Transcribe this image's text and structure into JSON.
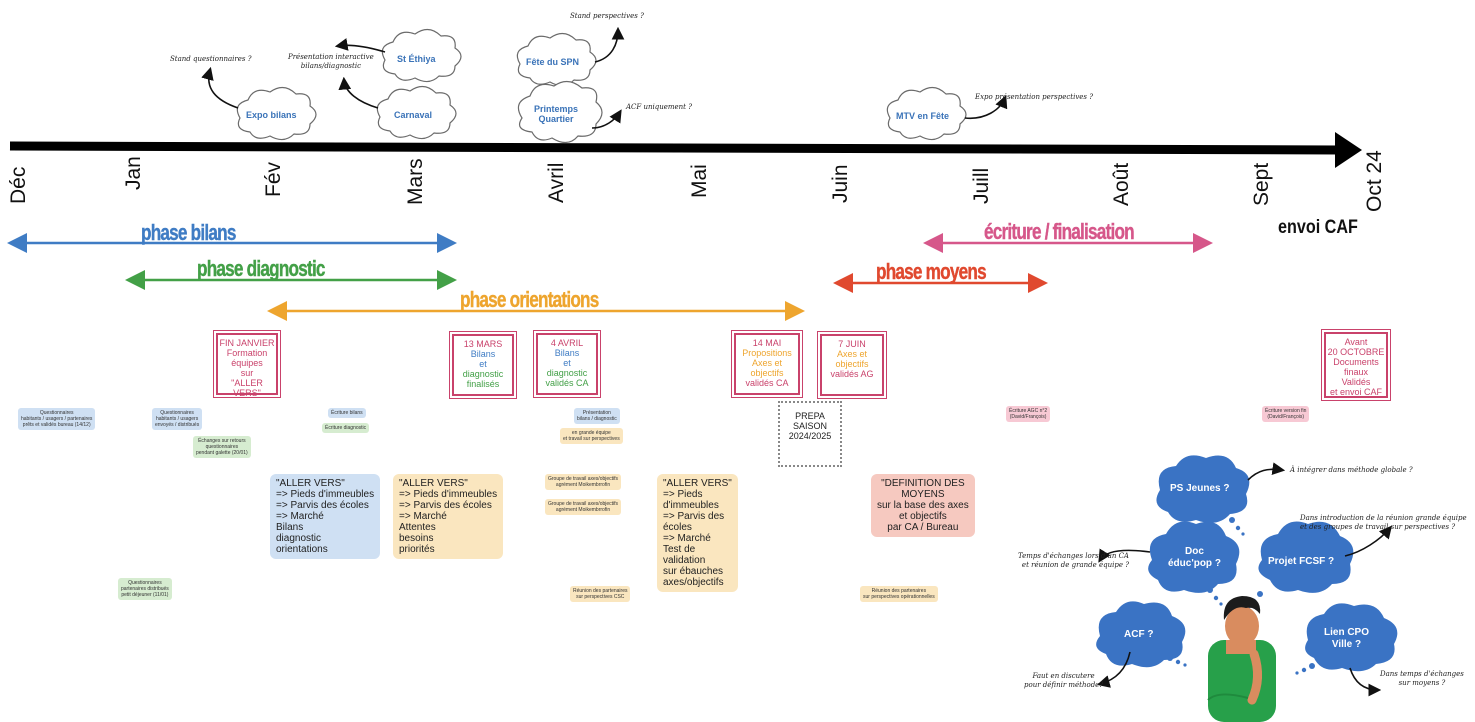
{
  "months": [
    "Déc",
    "Jan",
    "Fév",
    "Mars",
    "Avril",
    "Mai",
    "Juin",
    "Juill",
    "Août",
    "Sept",
    "Oct 24"
  ],
  "envoi": "envoi CAF",
  "phases": {
    "bilans": "phase bilans",
    "diagnostic": "phase diagnostic",
    "orientations": "phase orientations",
    "moyens": "phase moyens",
    "ecriture": "écriture / finalisation"
  },
  "colors": {
    "blue": "#3f7cc4",
    "green": "#43a047",
    "orange": "#eea52e",
    "red": "#e0492f",
    "pink": "#d6578a",
    "datebox": "#c9426b",
    "bubble": "#3a73c4"
  },
  "clouds": {
    "expo_bilans": "Expo bilans",
    "st_ethiya": "St Éthiya",
    "carnaval": "Carnaval",
    "fete_spn": "Fête du SPN",
    "printemps": "Printemps\nQuartier",
    "mtv": "MTV en Fête"
  },
  "notes": {
    "stand_questionnaires": "Stand questionnaires ?",
    "presentation_interactive": "Présentation interactive\nbilans/diagnostic",
    "stand_perspectives": "Stand perspectives ?",
    "acf_uniquement": "ACF uniquement ?",
    "expo_perspectives": "Expo présentation perspectives ?"
  },
  "dateboxes": {
    "fin_janvier": [
      "FIN JANVIER",
      "Formation",
      "équipes",
      "sur",
      "\"ALLER VERS\""
    ],
    "13_mars": [
      "13 MARS",
      "Bilans",
      "et",
      "diagnostic",
      "finalisés"
    ],
    "4_avril": [
      "4 AVRIL",
      "Bilans",
      "et",
      "diagnostic",
      "validés CA"
    ],
    "14_mai": [
      "14 MAI",
      "Propositions",
      "Axes et",
      "objectifs",
      "validés CA"
    ],
    "7_juin": [
      "7 JUIN",
      "Axes et",
      "objectifs",
      "validés AG"
    ],
    "avant_20_oct": [
      "Avant",
      "20 OCTOBRE",
      "Documents",
      "finaux",
      "Validés",
      "et envoi CAF"
    ]
  },
  "prepa": [
    "PREPA",
    "SAISON",
    "2024/2025"
  ],
  "stickies": {
    "s1": "Questionnaires\nhabitants / usagers / partenaires\nprêts et validés bureau (14/12)",
    "s2": "Questionnaires\nhabitants / usagers\nenvoyés / distribués",
    "s3": "Échanges sur retours\nquestionnaires\npendant galette (20/01)",
    "s4": "Écriture bilans",
    "s5": "Écriture diagnostic",
    "s6": "Présentation\nbilans / diagnostic",
    "s7": "en grande équipe\net travail sur perspectives",
    "s8": "Questionnaires\npartenaires distribués\npetit déjeuner (11/01)",
    "s9": "Groupe de travail axes/objectifs\nagrément Moikembrrofin",
    "s10": "Groupe de travail axes/objectifs\nagrément Moikembrrofin",
    "s11": "Réunion des partenaires\nsur perspectives CSC",
    "s12": "Réunion des partenaires\nsur perspectives opérationnelles",
    "s13": "Écriture AGC n°2\n(David/François)",
    "s14": "Écriture version fin\n(David/François)"
  },
  "bigboxes": {
    "aller_vers_1": "\"ALLER VERS\"\n=> Pieds d'immeubles\n=> Parvis des écoles\n=> Marché\nBilans\ndiagnostic\norientations",
    "aller_vers_2": "\"ALLER VERS\"\n=> Pieds d'immeubles\n=> Parvis des écoles\n=> Marché\nAttentes\nbesoins\npriorités",
    "aller_vers_3": "\"ALLER VERS\"\n=> Pieds\nd'immeubles\n=> Parvis des\nécoles\n=> Marché\nTest de\nvalidation\nsur ébauches\naxes/objectifs",
    "definition": "\"DEFINITION DES\nMOYENS\nsur la base des axes\net objectifs\npar CA / Bureau"
  },
  "bubbles": {
    "ps_jeunes": "PS Jeunes ?",
    "doc": "Doc\néduc'pop ?",
    "projet_fcsf": "Projet FCSF ?",
    "acf": "ACF ?",
    "lien_cpo": "Lien CPO\nVille ?"
  },
  "bubble_notes": {
    "integrer": "À intégrer dans méthode globale ?",
    "intro": "Dans introduction de la réunion grande équipe\net des groupes de travail sur perspectives ?",
    "temps_echange": "Temps d'échanges lors d'un CA\net réunion de grande équipe ?",
    "faut": "Faut en discutere\npour définir méthode?",
    "dans_temps": "Dans temps d'échanges\nsur moyens ?"
  }
}
